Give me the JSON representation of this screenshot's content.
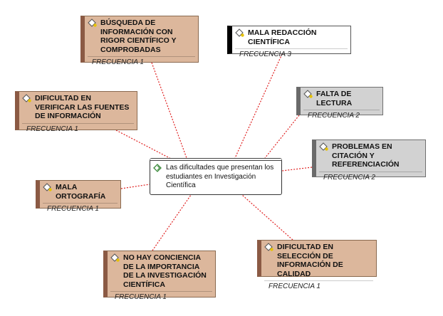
{
  "center": {
    "text": "Las dificultades que presentan los estudiantes en Investigación Científica"
  },
  "nodes": [
    {
      "id": "busqueda",
      "title": "BÚSQUEDA DE INFORMACIÓN CON RIGOR CIENTÍFICO Y COMPROBADAS",
      "freq": "FRECUENCIA 1"
    },
    {
      "id": "redaccion",
      "title": "MALA  REDACCIÓN CIENTÍFICA",
      "freq": "FRECUENCIA 3"
    },
    {
      "id": "verificar",
      "title": "DIFICULTAD EN VERIFICAR LAS FUENTES DE INFORMACIÓN",
      "freq": "FRECUENCIA 1"
    },
    {
      "id": "lectura",
      "title": "FALTA DE LECTURA",
      "freq": "FRECUENCIA 2"
    },
    {
      "id": "citacion",
      "title": "PROBLEMAS EN CITACIÓN Y REFERENCIACIÓN",
      "freq": "FRECUENCIA 2"
    },
    {
      "id": "ortografia",
      "title": "MALA ORTOGRAFÍA",
      "freq": "FRECUENCIA 1"
    },
    {
      "id": "conciencia",
      "title": "NO HAY CONCIENCIA DE LA IMPORTANCIA DE LA INVESTIGACIÓN CIENTÍFICA",
      "freq": "FRECUENCIA 1"
    },
    {
      "id": "seleccion",
      "title": "DIFICULTAD EN SELECCIÓN DE INFORMACIÓN DE CALIDAD",
      "freq": "FRECUENCIA 1"
    }
  ],
  "colors": {
    "link": "#e02020",
    "tan": "#d8b49b",
    "grey": "#d2d2d2",
    "white": "#ffffff"
  }
}
